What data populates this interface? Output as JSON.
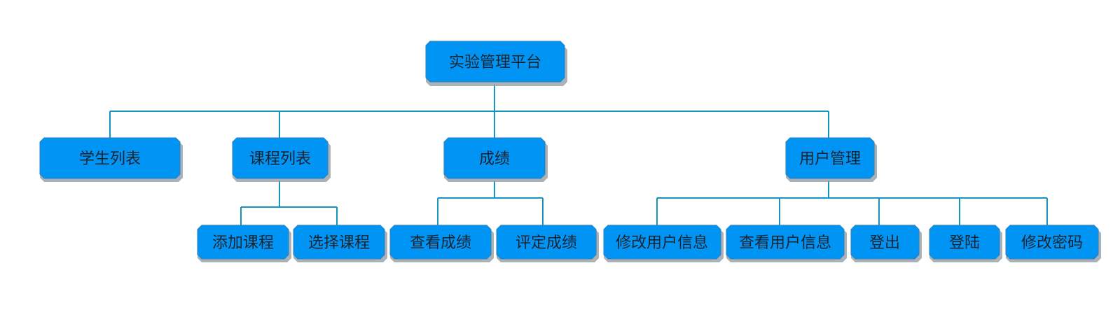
{
  "diagram": {
    "root": {
      "label": "实验管理平台"
    },
    "children": [
      {
        "label": "学生列表"
      },
      {
        "label": "课程列表",
        "children": [
          {
            "label": "添加课程"
          },
          {
            "label": "选择课程"
          }
        ]
      },
      {
        "label": "成绩",
        "children": [
          {
            "label": "查看成绩"
          },
          {
            "label": "评定成绩"
          }
        ]
      },
      {
        "label": "用户管理",
        "children": [
          {
            "label": "修改用户信息"
          },
          {
            "label": "查看用户信息"
          },
          {
            "label": "登出"
          },
          {
            "label": "登陆"
          },
          {
            "label": "修改密码"
          }
        ]
      }
    ]
  },
  "colors": {
    "node_fill": "#0095f5",
    "node_border": "#2f7fb8",
    "node_shadow": "#9aa4ab",
    "connector": "#1596c2",
    "label_text": "#1a2430"
  }
}
